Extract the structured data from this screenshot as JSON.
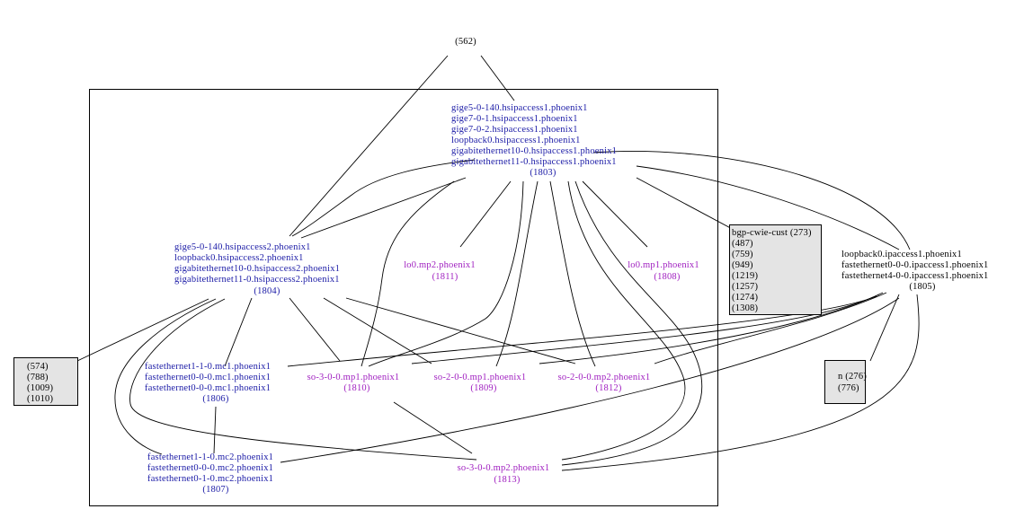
{
  "nodes": {
    "n562": [
      "(562)"
    ],
    "n1803": [
      "gige5-0-140.hsipaccess1.phoenix1",
      "gige7-0-1.hsipaccess1.phoenix1",
      "gige7-0-2.hsipaccess1.phoenix1",
      "loopback0.hsipaccess1.phoenix1",
      "gigabitethernet10-0.hsipaccess1.phoenix1",
      "gigabitethernet11-0.hsipaccess1.phoenix1",
      "(1803)"
    ],
    "n1804": [
      "gige5-0-140.hsipaccess2.phoenix1",
      "loopback0.hsipaccess2.phoenix1",
      "gigabitethernet10-0.hsipaccess2.phoenix1",
      "gigabitethernet11-0.hsipaccess2.phoenix1",
      "(1804)"
    ],
    "n1811": [
      "lo0.mp2.phoenix1",
      "(1811)"
    ],
    "n1808": [
      "lo0.mp1.phoenix1",
      "(1808)"
    ],
    "bgp": [
      "bgp-cwie-cust (273)",
      "(487)",
      "(759)",
      "(949)",
      "(1219)",
      "(1257)",
      "(1274)",
      "(1308)"
    ],
    "n1805": [
      "loopback0.ipaccess1.phoenix1",
      "fastethernet0-0-0.ipaccess1.phoenix1",
      "fastethernet4-0-0.ipaccess1.phoenix1",
      "(1805)"
    ],
    "n574": [
      "(574)",
      "(788)",
      "(1009)",
      "(1010)"
    ],
    "n1806": [
      "fastethernet1-1-0.mc1.phoenix1",
      "fastethernet0-0-0.mc1.phoenix1",
      "fastethernet0-0-0.mc1.phoenix1",
      "(1806)"
    ],
    "n1810": [
      "so-3-0-0.mp1.phoenix1",
      "(1810)"
    ],
    "n1809": [
      "so-2-0-0.mp1.phoenix1",
      "(1809)"
    ],
    "n1812": [
      "so-2-0-0.mp2.phoenix1",
      "(1812)"
    ],
    "n276": [
      "n (276)",
      "(776)"
    ],
    "n1807": [
      "fastethernet1-1-0.mc2.phoenix1",
      "fastethernet0-0-0.mc2.phoenix1",
      "fastethernet0-1-0.mc2.phoenix1",
      "(1807)"
    ],
    "n1813": [
      "so-3-0-0.mp2.phoenix1",
      "(1813)"
    ]
  },
  "colors": {
    "router_label": "#1a1aa6",
    "mp_label": "#a020c0",
    "plain_label": "#000000",
    "box_fill": "#e4e4e4"
  }
}
